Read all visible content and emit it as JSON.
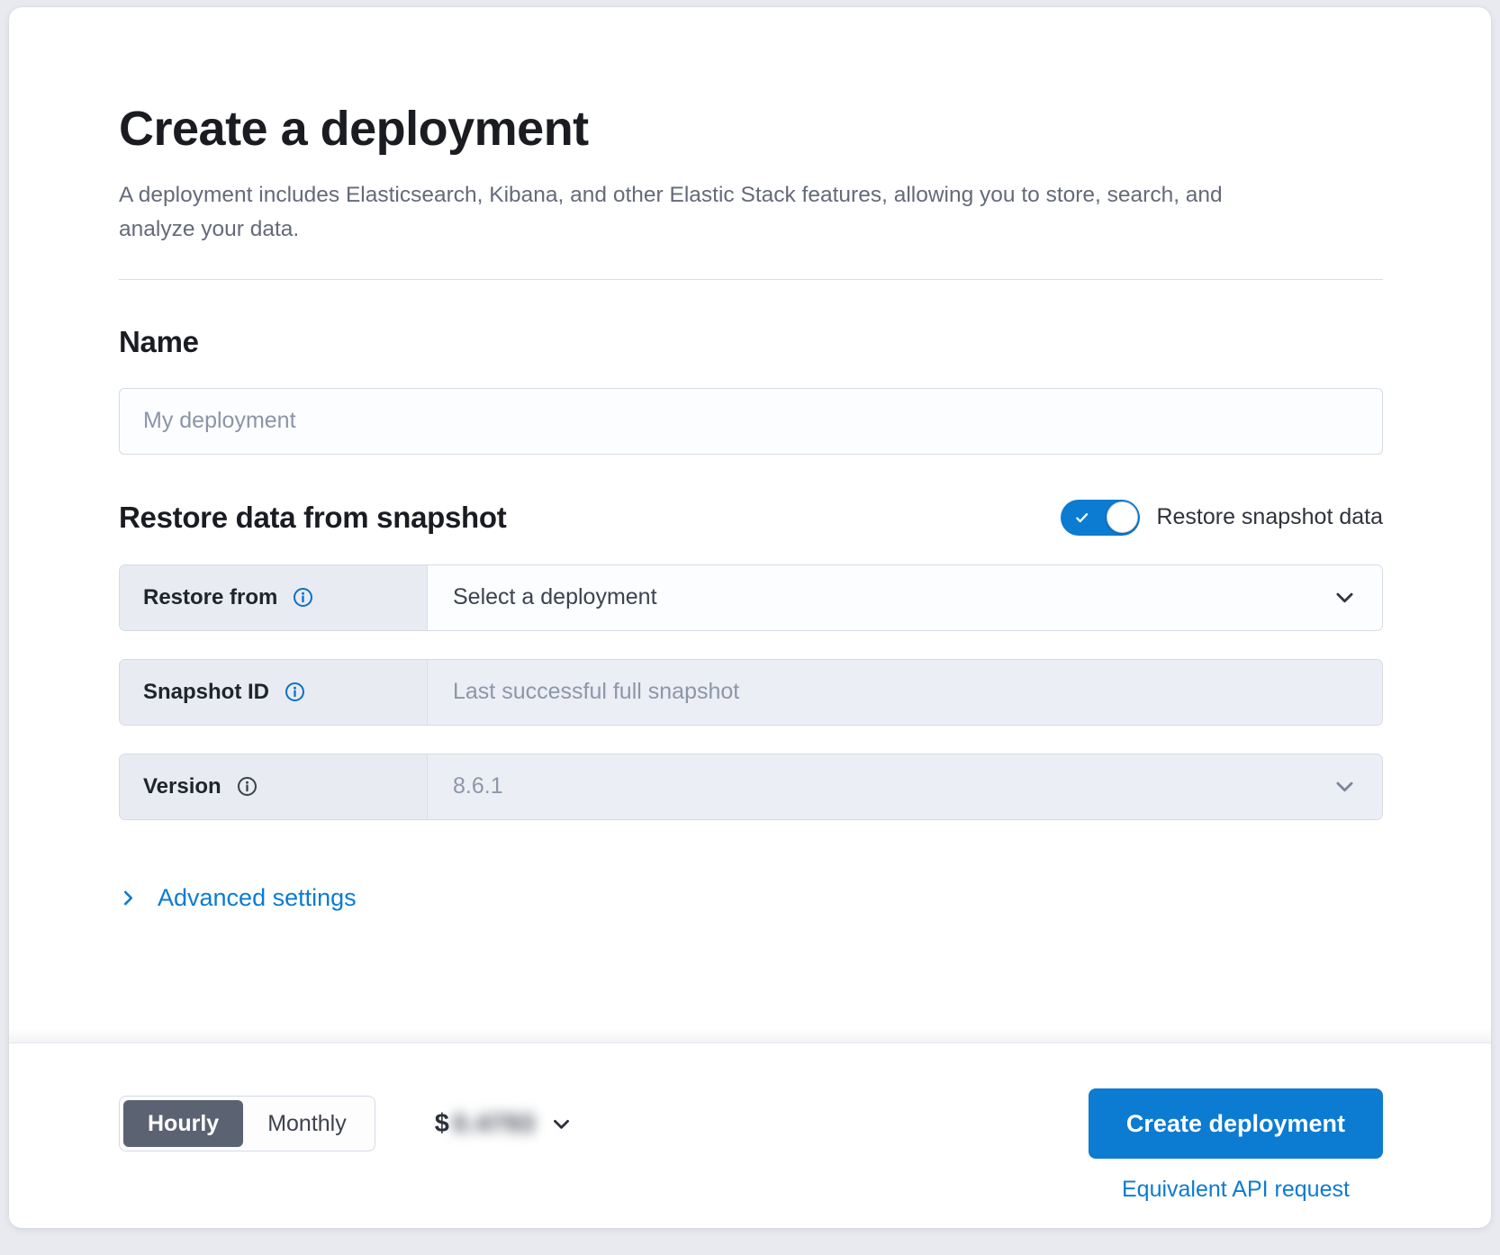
{
  "page": {
    "title": "Create a deployment",
    "subtitle": "A deployment includes Elasticsearch, Kibana, and other Elastic Stack features, allowing you to store, search, and analyze your data."
  },
  "name_section": {
    "heading": "Name",
    "placeholder": "My deployment"
  },
  "restore_section": {
    "heading": "Restore data from snapshot",
    "toggle_label": "Restore snapshot data",
    "toggle_state": "on",
    "rows": [
      {
        "label": "Restore from",
        "value": "Select a deployment",
        "control": "select",
        "info_icon_color": "blue"
      },
      {
        "label": "Snapshot ID",
        "value": "Last successful full snapshot",
        "control": "disabled-input",
        "info_icon_color": "blue"
      },
      {
        "label": "Version",
        "value": "8.6.1",
        "control": "disabled-select",
        "info_icon_color": "dark"
      }
    ]
  },
  "advanced": {
    "label": "Advanced settings"
  },
  "footer": {
    "billing_toggle": {
      "options": [
        "Hourly",
        "Monthly"
      ],
      "selected": "Hourly"
    },
    "price": {
      "currency": "$",
      "amount_blurred": "0.4793"
    },
    "create_button_label": "Create deployment",
    "api_link_label": "Equivalent API request"
  },
  "icons": {
    "info": "circled-i",
    "chevron_down": "v-caret",
    "chevron_right": ">-caret",
    "check": "checkmark"
  },
  "colors": {
    "accent_blue": "#0c7bd2",
    "toggle_on_blue": "#0c7bd2",
    "selected_segment_gray": "#5b6271",
    "label_cell_bg": "#e8ecf2",
    "disabled_field_bg": "#ebeef4",
    "page_bg": "#e8eaef"
  }
}
